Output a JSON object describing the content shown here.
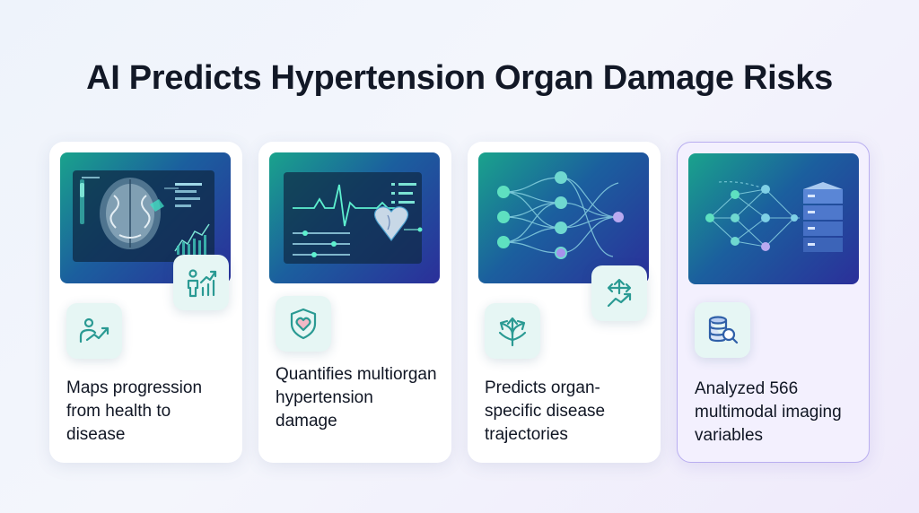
{
  "title": "AI Predicts Hypertension Organ Damage Risks",
  "colors": {
    "teal": "#19a38d",
    "blue": "#1f5fa0",
    "indigo": "#2b2f9a",
    "icon_teal": "#2a9a93",
    "highlight_border": "#b9aef0"
  },
  "cards": [
    {
      "text": "Maps progression from health to disease",
      "image_icon": "brain-scan-dashboard",
      "overlay_icon": "person-growth-chart-icon",
      "icon": "person-trend-up-icon"
    },
    {
      "text": "Quantifies multiorgan hypertension damage",
      "image_icon": "heart-ecg-dashboard",
      "icon": "shield-heart-icon"
    },
    {
      "text": "Predicts organ-specific disease trajectories",
      "image_icon": "neural-network-flow",
      "overlay_icon": "arrows-trend-icon",
      "icon": "branching-arrows-icon"
    },
    {
      "text": "Analyzed 566 multimodal imaging variables",
      "image_icon": "network-to-database",
      "icon": "database-search-icon"
    }
  ]
}
